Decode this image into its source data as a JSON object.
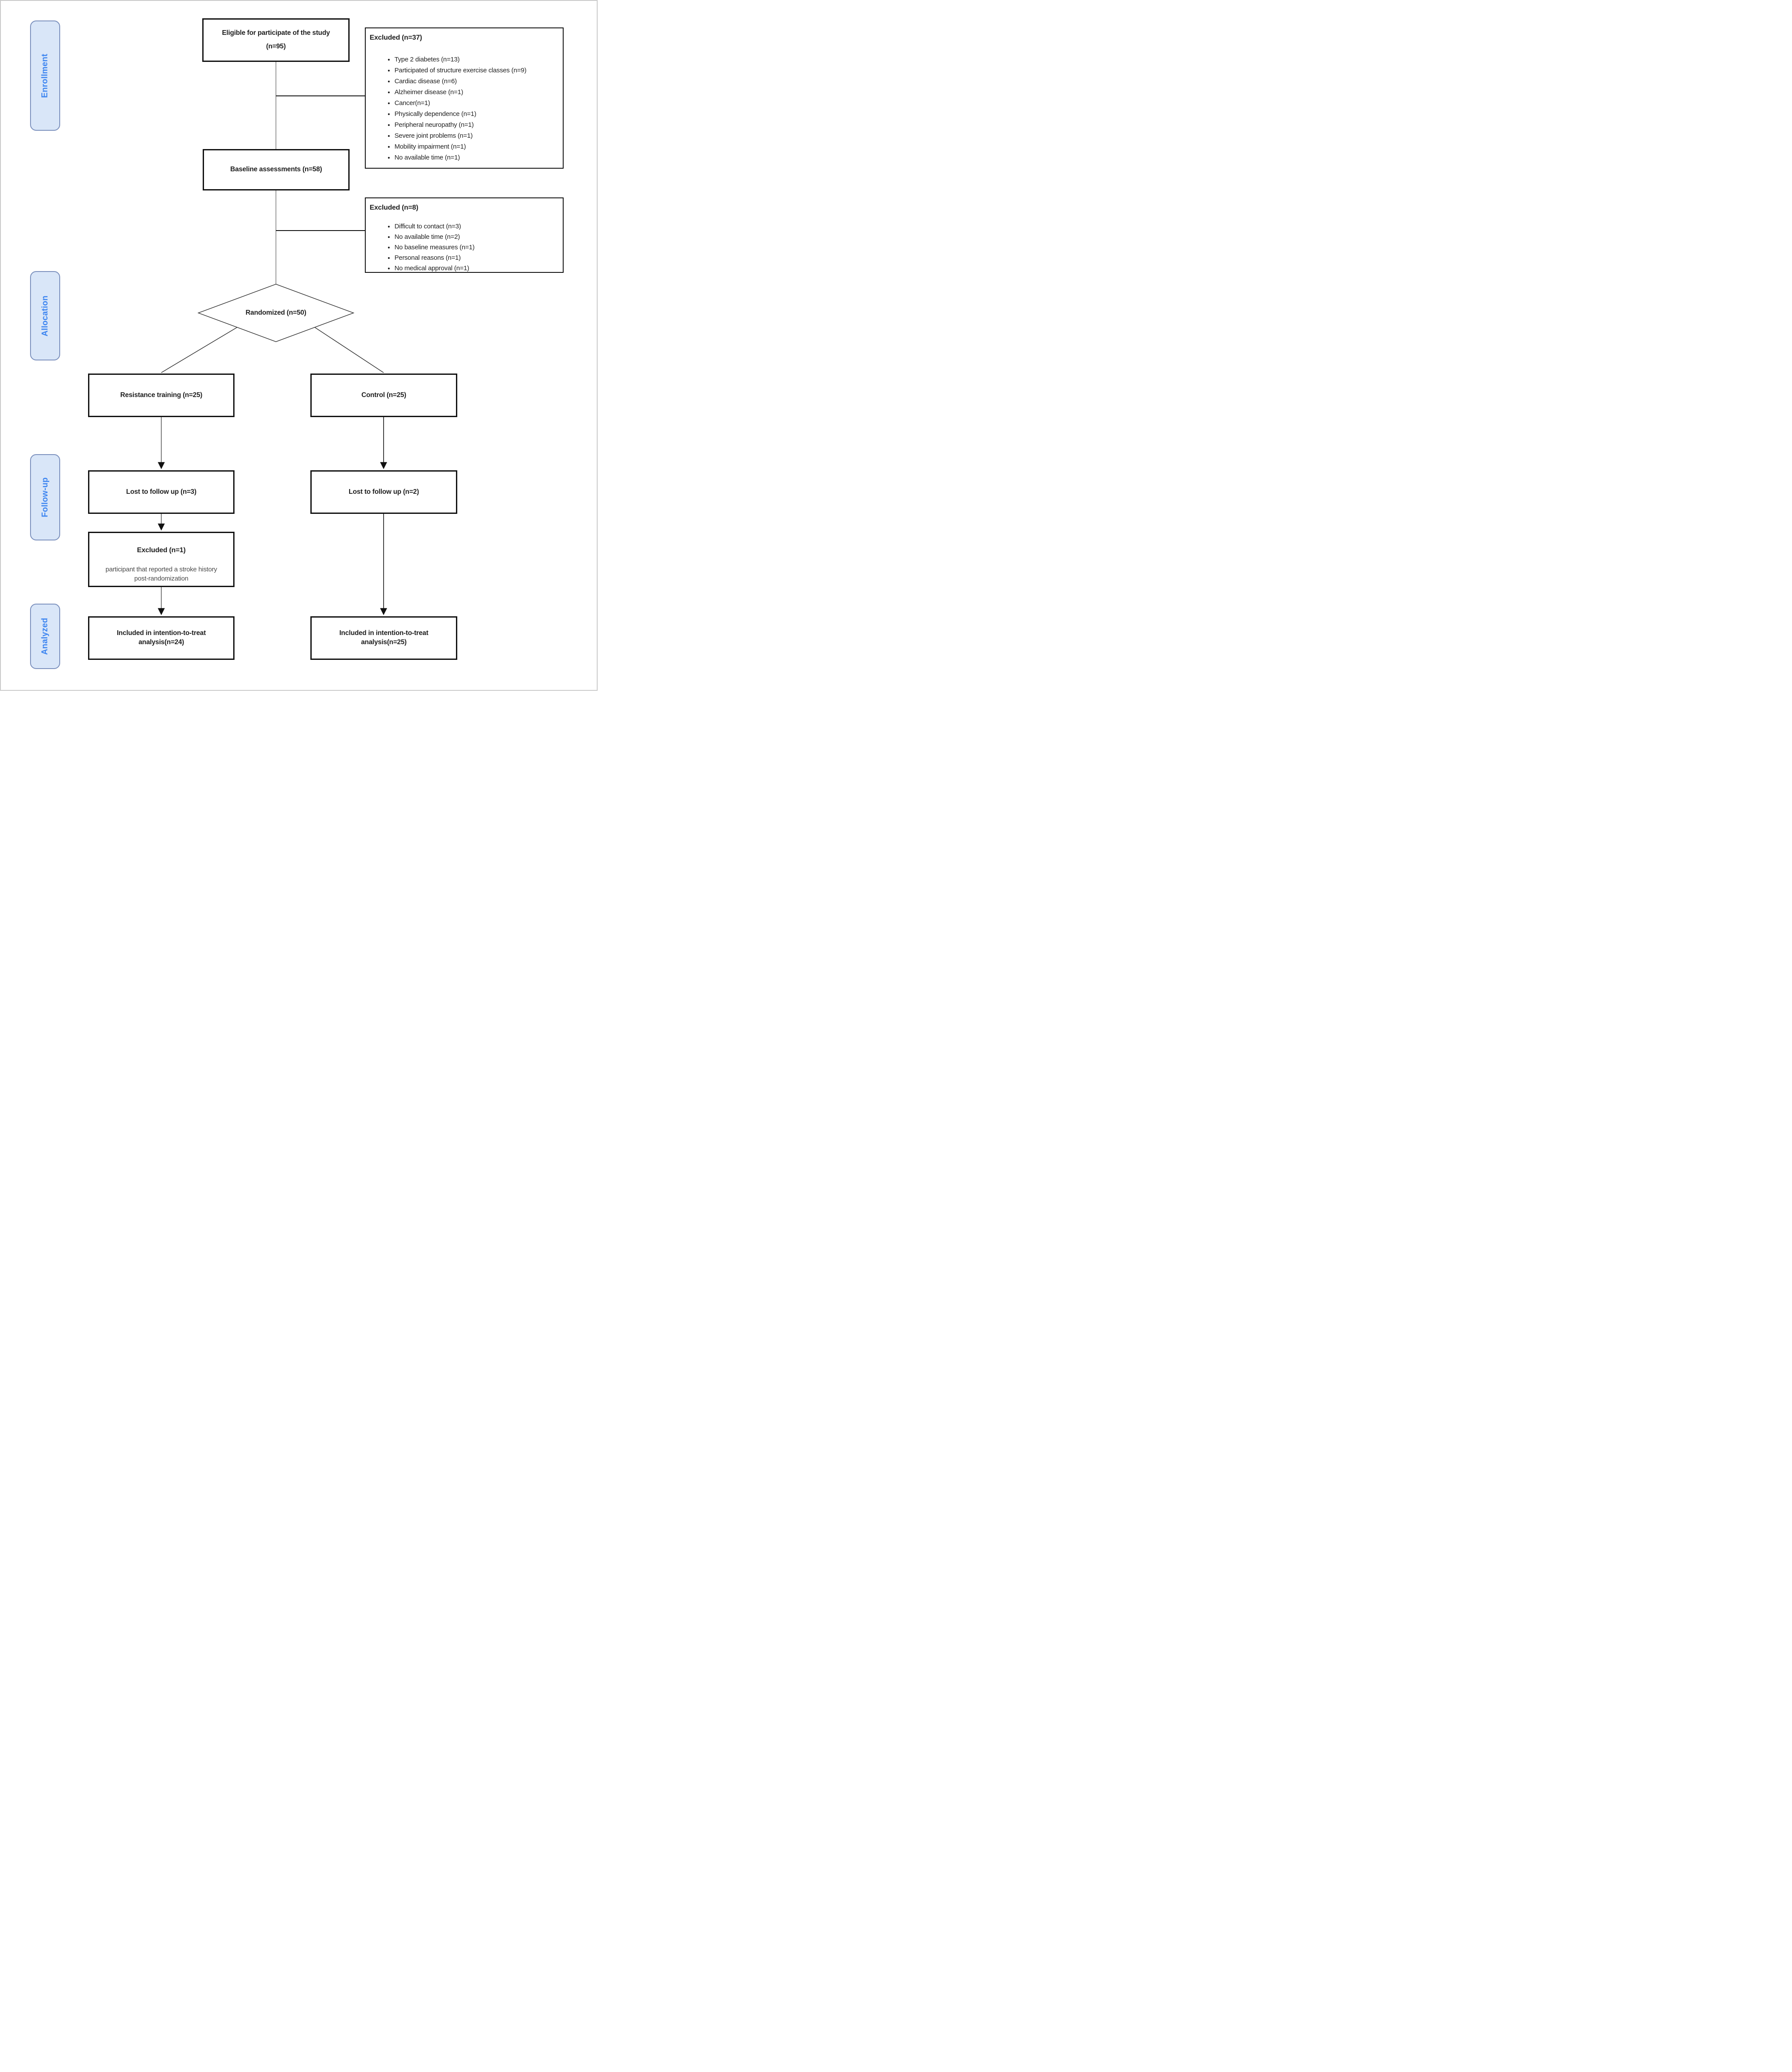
{
  "stage_labels": {
    "enrollment": "Enrollment",
    "allocation": "Allocation",
    "follow_up": "Follow-up",
    "analyzed": "Analyzed"
  },
  "boxes": {
    "eligible": {
      "line1": "Eligible for participate of the study",
      "line2": "(n=95)"
    },
    "excluded_enrollment": {
      "title": "Excluded (n=37)",
      "reasons": [
        "Type 2 diabetes (n=13)",
        "Participated of structure exercise classes (n=9)",
        "Cardiac disease (n=6)",
        "Alzheimer disease (n=1)",
        "Cancer(n=1)",
        "Physically dependence (n=1)",
        "Peripheral neuropathy (n=1)",
        "Severe joint problems (n=1)",
        "Mobility impairment (n=1)",
        "No available time (n=1)"
      ]
    },
    "baseline": {
      "label": "Baseline assessments (n=58)"
    },
    "excluded_baseline": {
      "title": "Excluded (n=8)",
      "reasons": [
        "Difficult to contact (n=3)",
        "No available time (n=2)",
        "No baseline measures (n=1)",
        "Personal reasons (n=1)",
        "No medical approval (n=1)"
      ]
    },
    "randomized": {
      "label": "Randomized (n=50)"
    },
    "resistance": {
      "label": "Resistance training (n=25)"
    },
    "control": {
      "label": "Control (n=25)"
    },
    "lost_resistance": {
      "label": "Lost to follow up (n=3)"
    },
    "lost_control": {
      "label": "Lost to follow up (n=2)"
    },
    "excluded_resistance": {
      "title": "Excluded (n=1)",
      "body": "participant that reported a stroke history post-randomization"
    },
    "itt_resistance": {
      "label": "Included in intention-to-treat analysis(n=24)"
    },
    "itt_control": {
      "label": "Included in intention-to-treat analysis(n=25)"
    }
  },
  "colors": {
    "stage_fill": "#d9e6f8",
    "stage_border": "#7b90bd",
    "stage_text": "#3d85f0",
    "box_fill": "#ffffff",
    "box_border": "#111111",
    "connector_gray": "#808080",
    "connector_black": "#111111",
    "text": "#1f1f1f"
  }
}
